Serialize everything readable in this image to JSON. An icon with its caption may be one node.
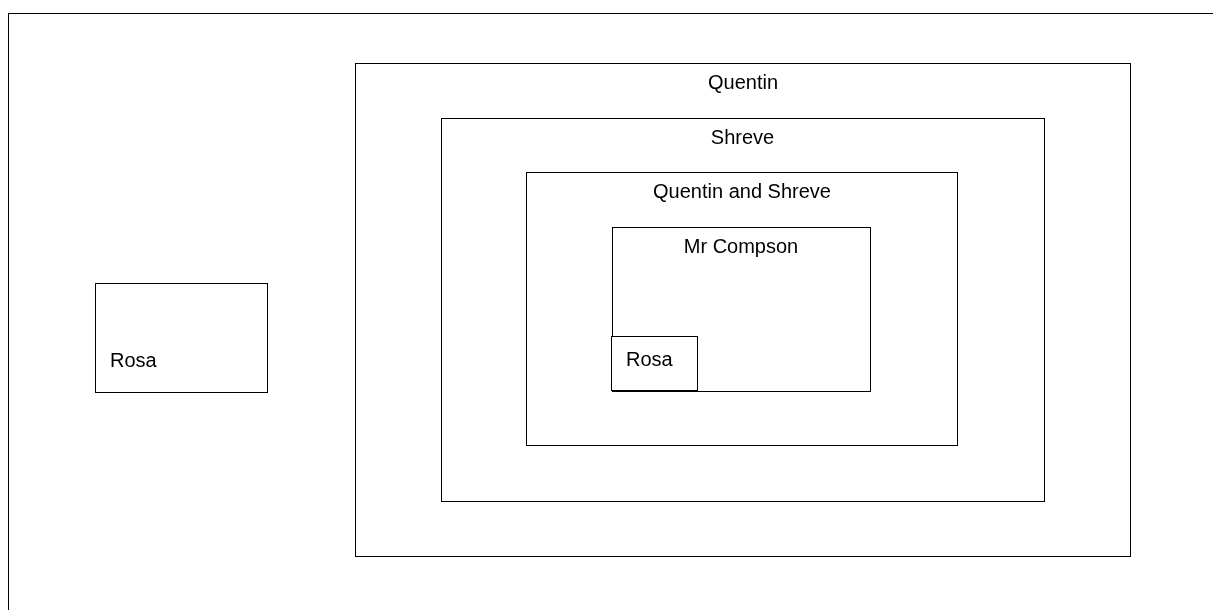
{
  "diagram": {
    "nodes": [
      {
        "text": [
          "Rosa"
        ]
      },
      {
        "text": [
          "Quentin"
        ]
      },
      {
        "text": [
          "Shreve"
        ],
        "in": 1
      },
      {
        "text": [
          "Quentin and Shreve"
        ],
        "in": 2
      },
      {
        "text": [
          "Mr Compson"
        ],
        "in": 3
      },
      {
        "text": [
          "Rosa"
        ],
        "in": 4
      }
    ],
    "edges": []
  }
}
